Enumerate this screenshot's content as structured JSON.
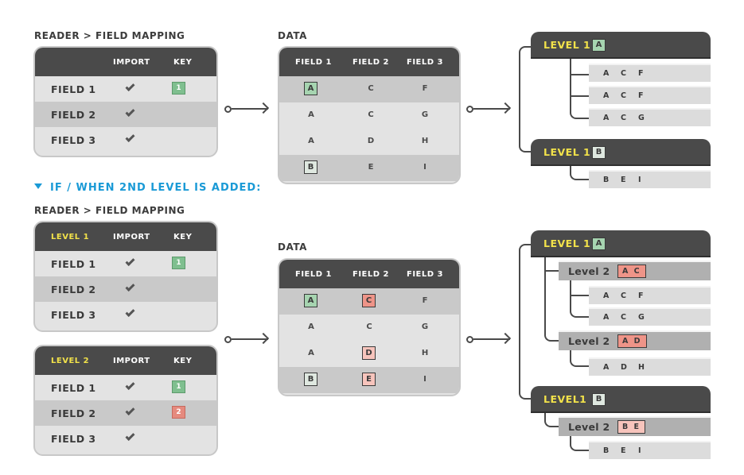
{
  "top": {
    "mapping_heading": "READER > FIELD MAPPING",
    "data_heading": "DATA",
    "mapping": {
      "headers": {
        "import": "IMPORT",
        "key": "KEY"
      },
      "rows": [
        {
          "field": "FIELD 1",
          "key": "1"
        },
        {
          "field": "FIELD 2",
          "key": ""
        },
        {
          "field": "FIELD 3",
          "key": ""
        }
      ]
    },
    "data": {
      "headers": [
        "FIELD 1",
        "FIELD 2",
        "FIELD 3"
      ],
      "rows": [
        [
          "A",
          "C",
          "F"
        ],
        [
          "A",
          "C",
          "G"
        ],
        [
          "A",
          "D",
          "H"
        ],
        [
          "B",
          "E",
          "I"
        ]
      ]
    },
    "tree": {
      "groups": [
        {
          "label": "LEVEL 1",
          "key": "A",
          "leaves": [
            [
              "A",
              "C",
              "F"
            ],
            [
              "A",
              "C",
              "F"
            ],
            [
              "A",
              "C",
              "G"
            ]
          ]
        },
        {
          "label": "LEVEL 1",
          "key": "B",
          "leaves": [
            [
              "B",
              "E",
              "I"
            ]
          ]
        }
      ]
    }
  },
  "section_heading": "IF / WHEN 2ND LEVEL IS ADDED:",
  "bottom": {
    "mapping_heading": "READER > FIELD MAPPING",
    "data_heading": "DATA",
    "mapping1": {
      "headers": {
        "level": "LEVEL 1",
        "import": "IMPORT",
        "key": "KEY"
      },
      "rows": [
        {
          "field": "FIELD 1",
          "key": "1"
        },
        {
          "field": "FIELD 2",
          "key": ""
        },
        {
          "field": "FIELD 3",
          "key": ""
        }
      ]
    },
    "mapping2": {
      "headers": {
        "level": "LEVEL 2",
        "import": "IMPORT",
        "key": "KEY"
      },
      "rows": [
        {
          "field": "FIELD 1",
          "key": "1"
        },
        {
          "field": "FIELD 2",
          "key": "2"
        },
        {
          "field": "FIELD 3",
          "key": ""
        }
      ]
    },
    "data": {
      "headers": [
        "FIELD 1",
        "FIELD 2",
        "FIELD 3"
      ],
      "rows": [
        [
          "A",
          "C",
          "F"
        ],
        [
          "A",
          "C",
          "G"
        ],
        [
          "A",
          "D",
          "H"
        ],
        [
          "B",
          "E",
          "I"
        ]
      ]
    },
    "tree": {
      "l1a": {
        "label": "LEVEL 1",
        "key": "A"
      },
      "l2ac": {
        "label": "Level 2",
        "key": "A C"
      },
      "l2ac_leaves": [
        [
          "A",
          "C",
          "F"
        ],
        [
          "A",
          "C",
          "G"
        ]
      ],
      "l2ad": {
        "label": "Level 2",
        "key": "A D"
      },
      "l2ad_leaves": [
        [
          "A",
          "D",
          "H"
        ]
      ],
      "l1b": {
        "label": "LEVEL1",
        "key": "B"
      },
      "l2be": {
        "label": "Level 2",
        "key": "B E"
      },
      "l2be_leaves": [
        [
          "B",
          "E",
          "I"
        ]
      ]
    }
  },
  "colors": {
    "dark": "#4a4a4a",
    "accent_yellow": "#f2e24a",
    "accent_blue": "#1a9ad6",
    "key_green": "#7fbf8f",
    "key_red": "#e58a7e"
  }
}
